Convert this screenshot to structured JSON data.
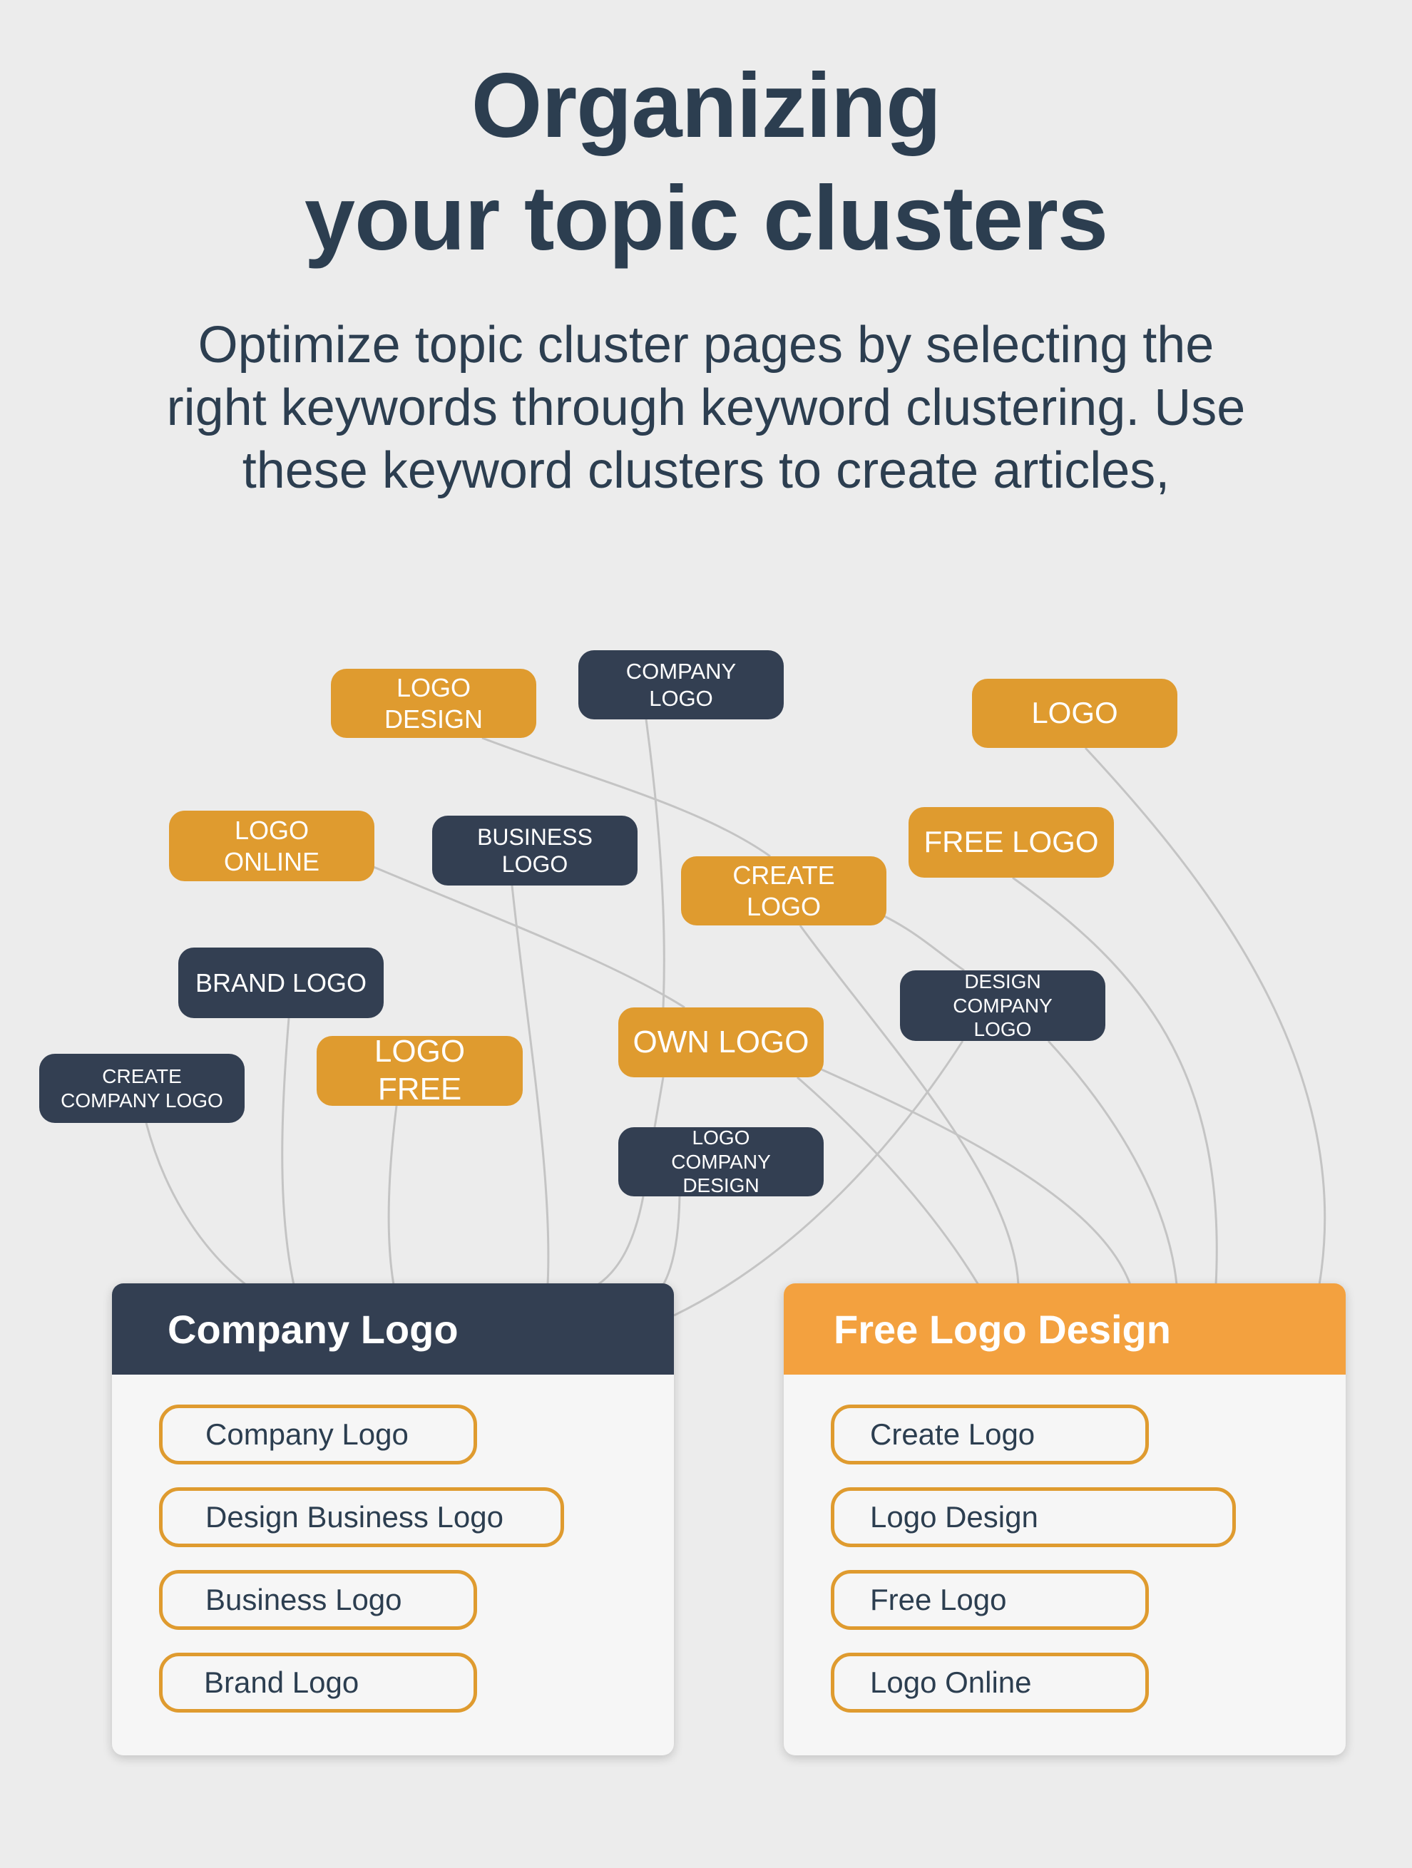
{
  "header": {
    "title_line1": "Organizing",
    "title_line2": "your topic clusters",
    "subtitle_line1": "Optimize topic cluster pages by selecting the",
    "subtitle_line2": "right keywords through keyword clustering. Use",
    "subtitle_line3": "these keyword clusters to create articles,"
  },
  "colors": {
    "background": "#ececec",
    "text_dark": "#2c3e50",
    "tag_orange": "#df9b2f",
    "tag_navy": "#333f52",
    "card_orange_header": "#f3a13f",
    "edge": "#c4c4c4"
  },
  "tags": [
    {
      "label": "LOGO DESIGN",
      "color": "orange"
    },
    {
      "label": "COMPANY LOGO",
      "color": "navy"
    },
    {
      "label": "LOGO",
      "color": "orange"
    },
    {
      "label": "LOGO ONLINE",
      "color": "orange"
    },
    {
      "label": "BUSINESS LOGO",
      "color": "navy"
    },
    {
      "label": "CREATE LOGO",
      "color": "orange"
    },
    {
      "label": "FREE LOGO",
      "color": "orange"
    },
    {
      "label": "BRAND LOGO",
      "color": "navy"
    },
    {
      "label": "DESIGN COMPANY LOGO",
      "color": "navy"
    },
    {
      "label": "OWN LOGO",
      "color": "orange"
    },
    {
      "label": "LOGO FREE",
      "color": "orange"
    },
    {
      "label": "CREATE COMPANY LOGO",
      "color": "navy"
    },
    {
      "label": "LOGO COMPANY DESIGN",
      "color": "navy"
    }
  ],
  "clusters": [
    {
      "title": "Company Logo",
      "color": "navy",
      "items": [
        "Company Logo",
        "Design Business Logo",
        "Business Logo",
        "Brand Logo"
      ]
    },
    {
      "title": "Free Logo Design",
      "color": "orange",
      "items": [
        "Create Logo",
        "Logo Design",
        "Free Logo",
        "Logo Online"
      ]
    }
  ]
}
